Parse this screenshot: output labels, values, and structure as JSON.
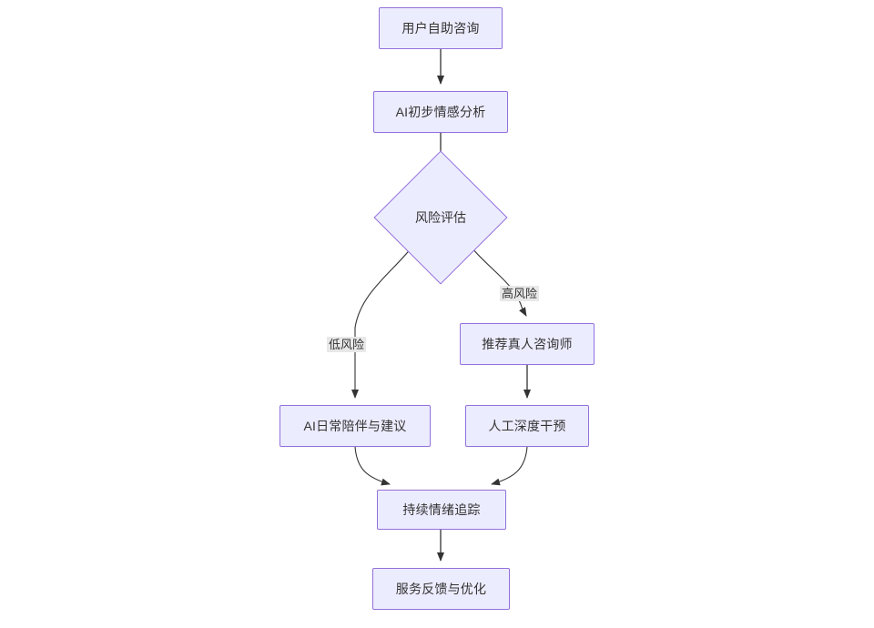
{
  "diagram": {
    "type": "flowchart",
    "direction": "top-down",
    "theme": {
      "node_fill": "#ECECFF",
      "node_stroke": "#9370DB",
      "text_color": "#333333",
      "edge_color": "#333333",
      "edge_label_background": "#e8e8e8",
      "canvas_background": "#ffffff"
    },
    "nodes": [
      {
        "id": "n1",
        "shape": "rect",
        "label": "用户自助咨询"
      },
      {
        "id": "n2",
        "shape": "rect",
        "label": "AI初步情感分析"
      },
      {
        "id": "n3",
        "shape": "diamond",
        "label": "风险评估"
      },
      {
        "id": "n4",
        "shape": "rect",
        "label": "推荐真人咨询师"
      },
      {
        "id": "n5",
        "shape": "rect",
        "label": "AI日常陪伴与建议"
      },
      {
        "id": "n6",
        "shape": "rect",
        "label": "人工深度干预"
      },
      {
        "id": "n7",
        "shape": "rect",
        "label": "持续情绪追踪"
      },
      {
        "id": "n8",
        "shape": "rect",
        "label": "服务反馈与优化"
      }
    ],
    "edges": [
      {
        "from": "n1",
        "to": "n2",
        "label": ""
      },
      {
        "from": "n2",
        "to": "n3",
        "label": ""
      },
      {
        "from": "n3",
        "to": "n5",
        "label": "低风险"
      },
      {
        "from": "n3",
        "to": "n4",
        "label": "高风险"
      },
      {
        "from": "n4",
        "to": "n6",
        "label": ""
      },
      {
        "from": "n5",
        "to": "n7",
        "label": ""
      },
      {
        "from": "n6",
        "to": "n7",
        "label": ""
      },
      {
        "from": "n7",
        "to": "n8",
        "label": ""
      }
    ]
  }
}
